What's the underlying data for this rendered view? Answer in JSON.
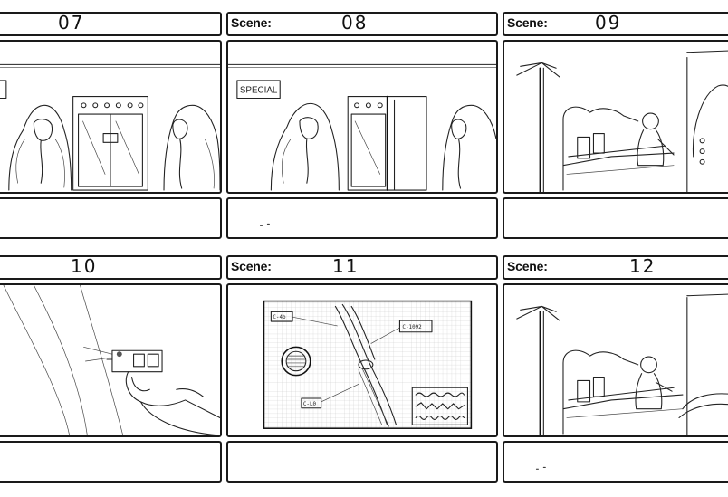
{
  "storyboard": {
    "scene_word": "Scene:",
    "rows": [
      {
        "panels": [
          {
            "number": "07",
            "show_label": false
          },
          {
            "number": "08",
            "show_label": true,
            "sign_text": "SPECIAL"
          },
          {
            "number": "09",
            "show_label": true
          }
        ]
      },
      {
        "panels": [
          {
            "number": "10",
            "show_label": false
          },
          {
            "number": "11",
            "show_label": true,
            "tags": [
              "C-4b",
              "C-1092",
              "C-L0"
            ]
          },
          {
            "number": "12",
            "show_label": true
          }
        ]
      }
    ]
  }
}
